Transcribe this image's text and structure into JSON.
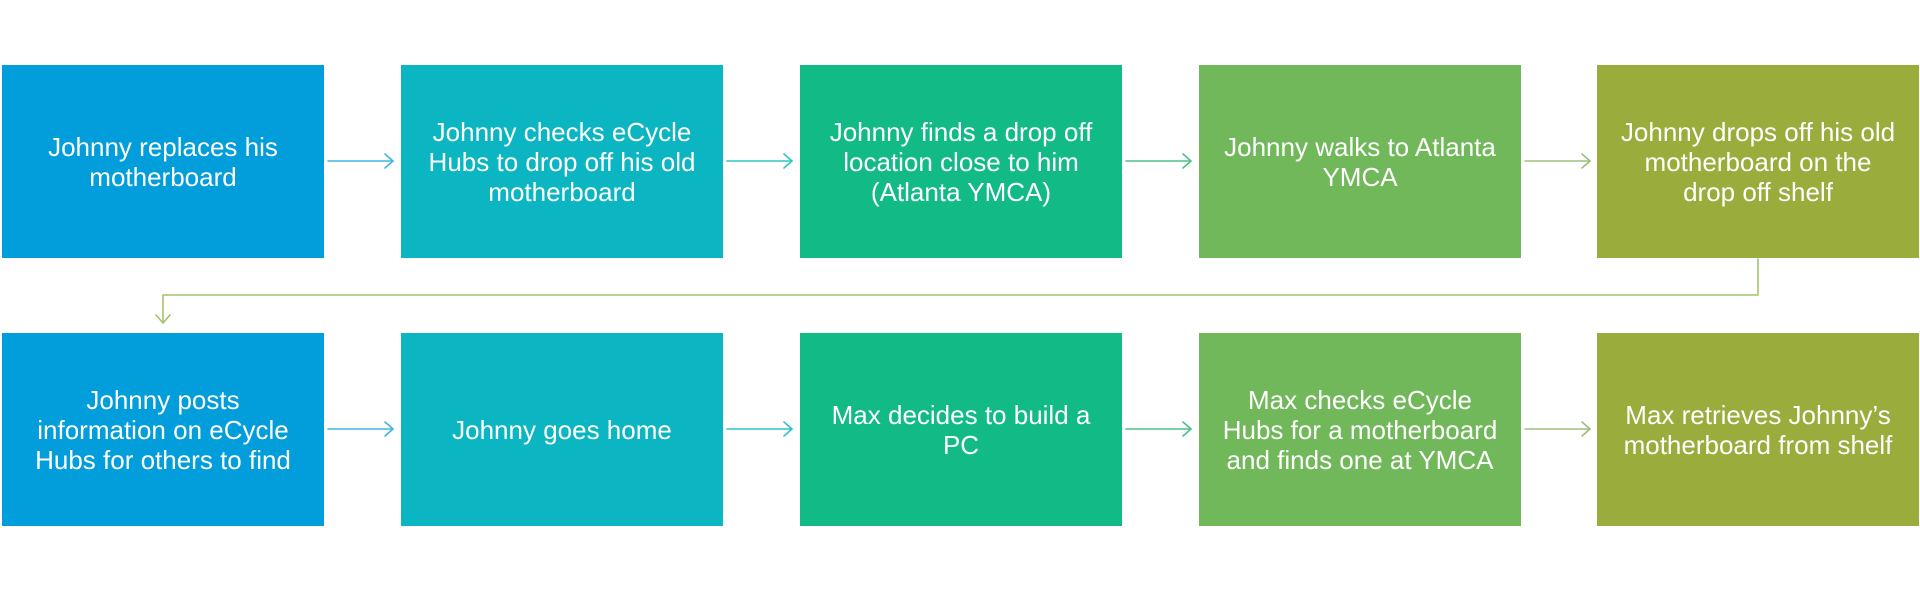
{
  "steps": [
    {
      "label": "Johnny replaces his motherboard",
      "color": "#029ddb"
    },
    {
      "label": "Johnny checks eCycle Hubs to drop off his old motherboard",
      "color": "#0bb6c2"
    },
    {
      "label": "Johnny finds a drop off location close to him (Atlanta YMCA)",
      "color": "#12bb86"
    },
    {
      "label": "Johnny walks to Atlanta YMCA",
      "color": "#71b85a"
    },
    {
      "label": "Johnny drops off his old motherboard on the drop off shelf",
      "color": "#99ac3c"
    },
    {
      "label": "Johnny posts information on eCycle Hubs for others to find",
      "color": "#029ddb"
    },
    {
      "label": "Johnny goes home",
      "color": "#0bb6c2"
    },
    {
      "label": "Max decides to build a PC",
      "color": "#12bb86"
    },
    {
      "label": "Max checks eCycle Hubs for a motherboard and finds one at YMCA",
      "color": "#71b85a"
    },
    {
      "label": "Max retrieves Johnny’s motherboard from shelf",
      "color": "#99ac3c"
    }
  ],
  "arrow_colors": {
    "blue_teal": "#3fb6e3",
    "teal_teal": "#2fc3c8",
    "green": "#4cc08a",
    "olive": "#9cc07a",
    "wrap": "#a3c46a"
  }
}
